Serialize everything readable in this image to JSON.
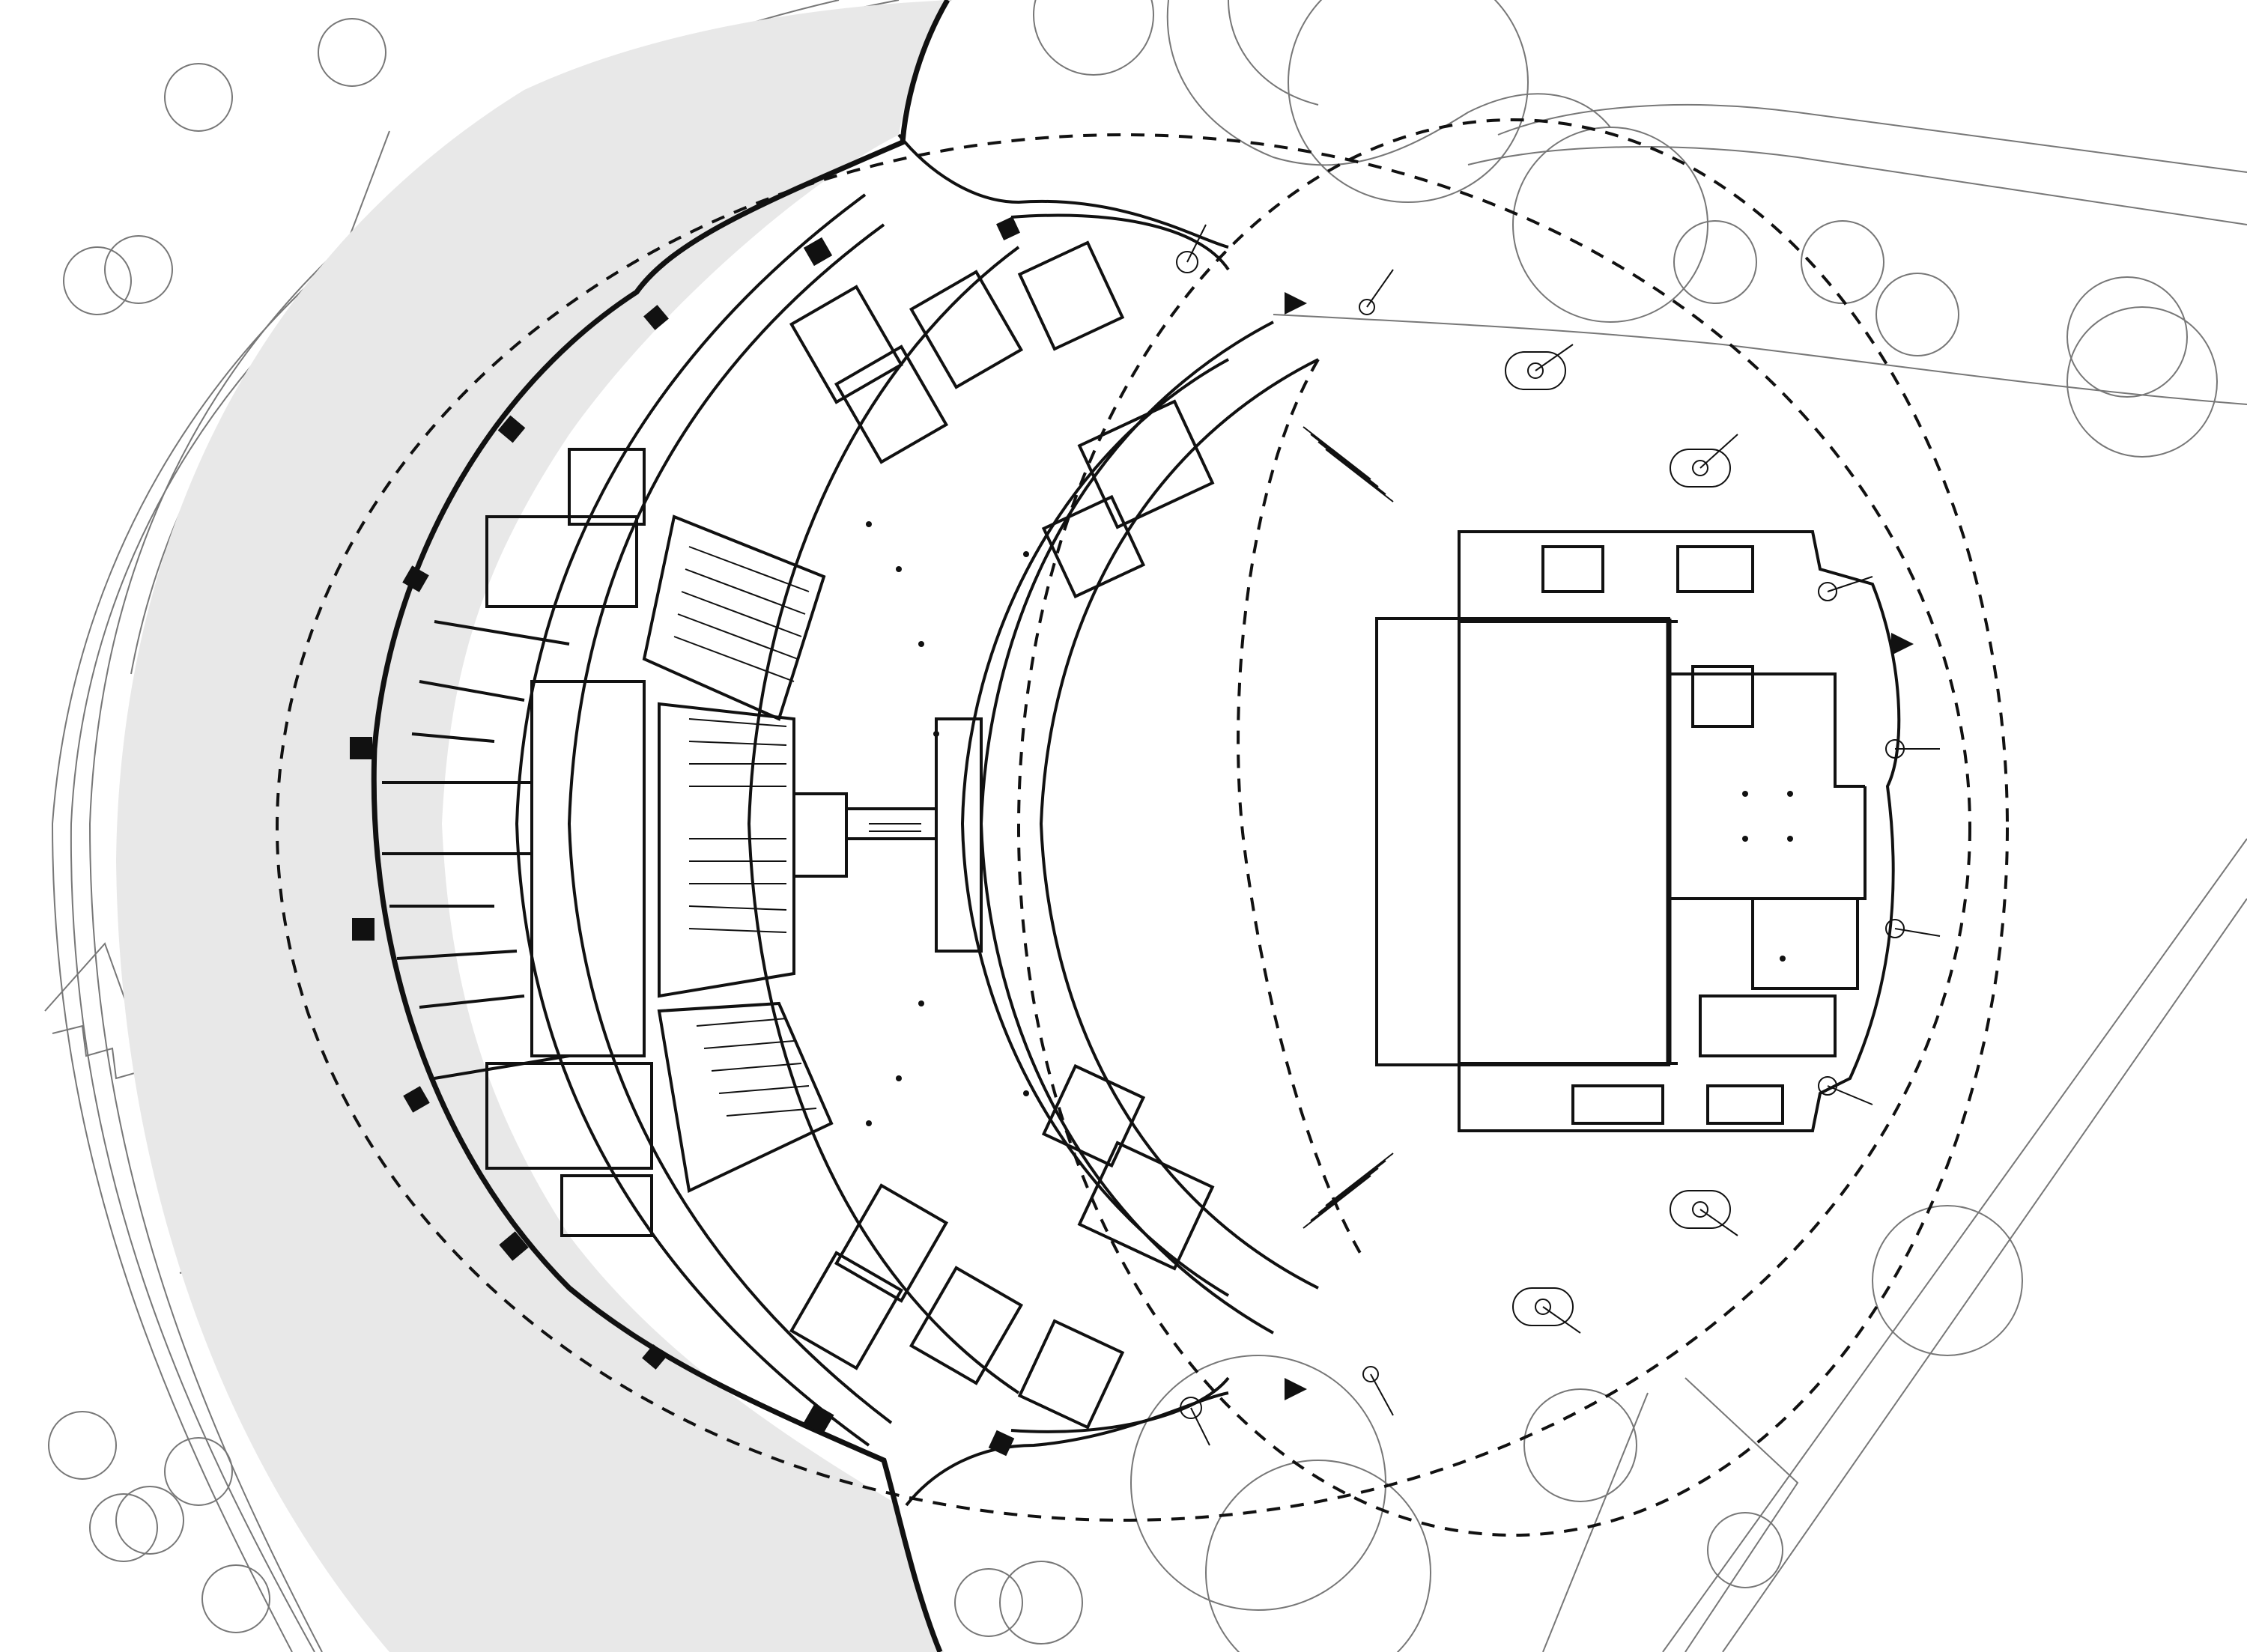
{
  "drawing": {
    "type": "architectural floor plan",
    "style": "black line drawing on white",
    "colors": {
      "background": "#ffffff",
      "line": "#111111",
      "landscape_line": "#777777",
      "plaza_fill": "#e8e8e8",
      "column_fill": "#111111"
    }
  },
  "symbols": {
    "entrance_arrows": 3,
    "perimeter_columns": 14,
    "trees": 26
  }
}
